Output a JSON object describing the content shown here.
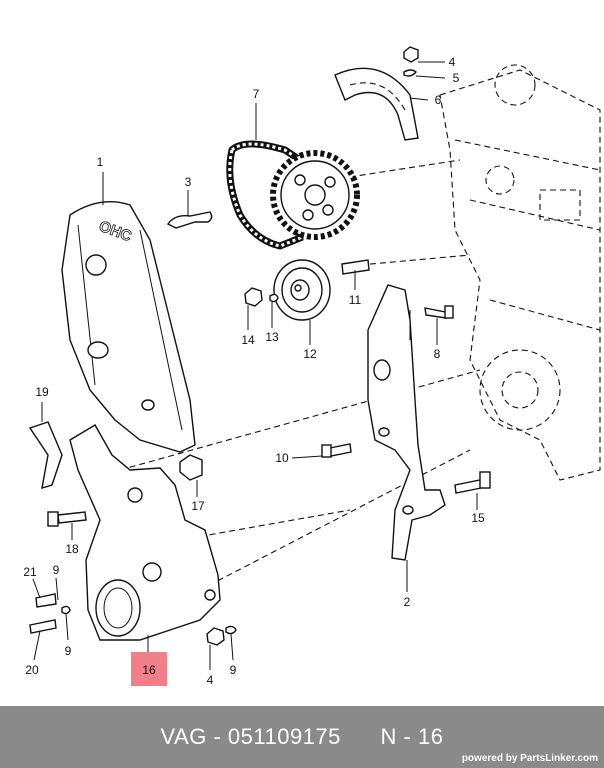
{
  "callouts": [
    {
      "id": "c1",
      "text": "1"
    },
    {
      "id": "c2",
      "text": "2"
    },
    {
      "id": "c3",
      "text": "3"
    },
    {
      "id": "c4a",
      "text": "4"
    },
    {
      "id": "c4b",
      "text": "4"
    },
    {
      "id": "c5",
      "text": "5"
    },
    {
      "id": "c6",
      "text": "6"
    },
    {
      "id": "c7",
      "text": "7"
    },
    {
      "id": "c8",
      "text": "8"
    },
    {
      "id": "c9a",
      "text": "9"
    },
    {
      "id": "c9b",
      "text": "9"
    },
    {
      "id": "c9c",
      "text": "9"
    },
    {
      "id": "c10",
      "text": "10"
    },
    {
      "id": "c11",
      "text": "11"
    },
    {
      "id": "c12",
      "text": "12"
    },
    {
      "id": "c13",
      "text": "13"
    },
    {
      "id": "c14",
      "text": "14"
    },
    {
      "id": "c15",
      "text": "15"
    },
    {
      "id": "c16",
      "text": "16"
    },
    {
      "id": "c17",
      "text": "17"
    },
    {
      "id": "c18",
      "text": "18"
    },
    {
      "id": "c19",
      "text": "19"
    },
    {
      "id": "c20",
      "text": "20"
    },
    {
      "id": "c21",
      "text": "21"
    }
  ],
  "cover_lettering": "OHC",
  "highlight_color": "#f07f8a",
  "footer": {
    "title": "VAG - 051109175      N - 16",
    "credit": "powered by PartsLinker.com"
  }
}
